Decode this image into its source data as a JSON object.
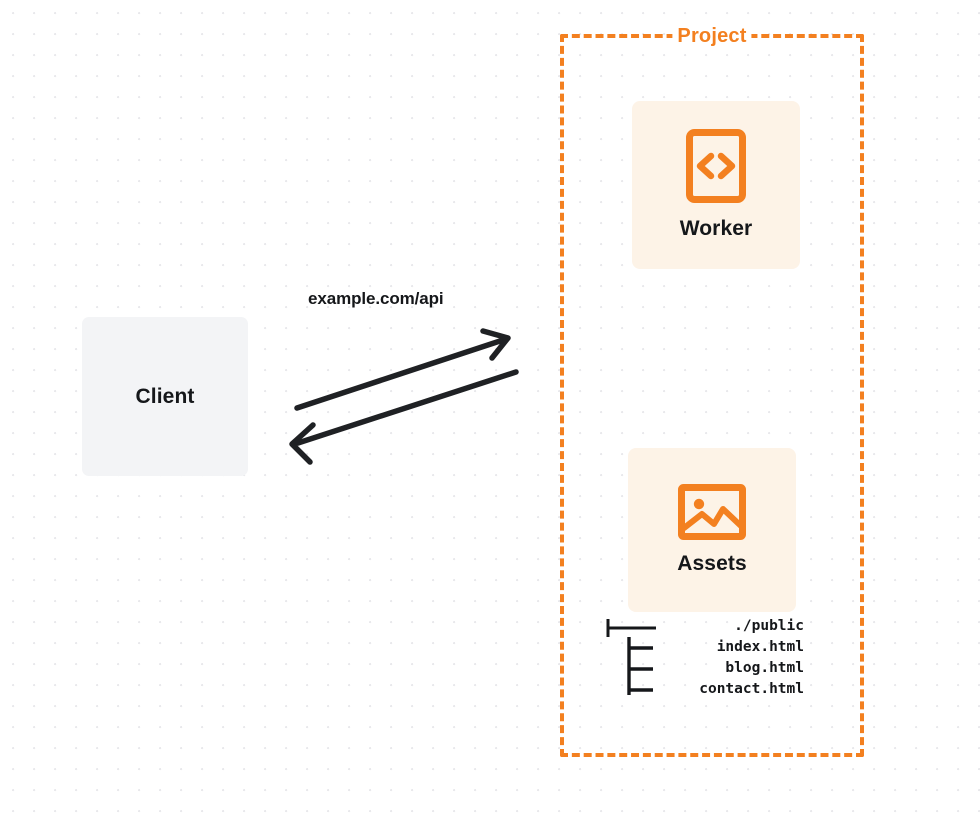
{
  "diagram": {
    "title": "Client to Project Worker and Assets request flow",
    "background": {
      "dot_color": "#e9e9ec",
      "page_color": "#ffffff"
    },
    "accent_color": "#f38020",
    "card_color": "#fdf3e7",
    "client_color": "#f3f4f6",
    "text_color": "#15171a"
  },
  "client": {
    "label": "Client"
  },
  "connection": {
    "label": "example.com/api",
    "request_direction": "client-to-project",
    "response_direction": "project-to-client"
  },
  "project": {
    "title": "Project",
    "resources": [
      {
        "label": "Worker",
        "icon": "code-brackets-icon"
      },
      {
        "label": "Assets",
        "icon": "image-picture-icon"
      }
    ],
    "file_tree": [
      "├──── ./public",
      "index.html",
      "blog.html",
      "contact.html"
    ],
    "file_tree_rows": {
      "root": "./public",
      "files": [
        "index.html",
        "blog.html",
        "contact.html"
      ]
    }
  }
}
